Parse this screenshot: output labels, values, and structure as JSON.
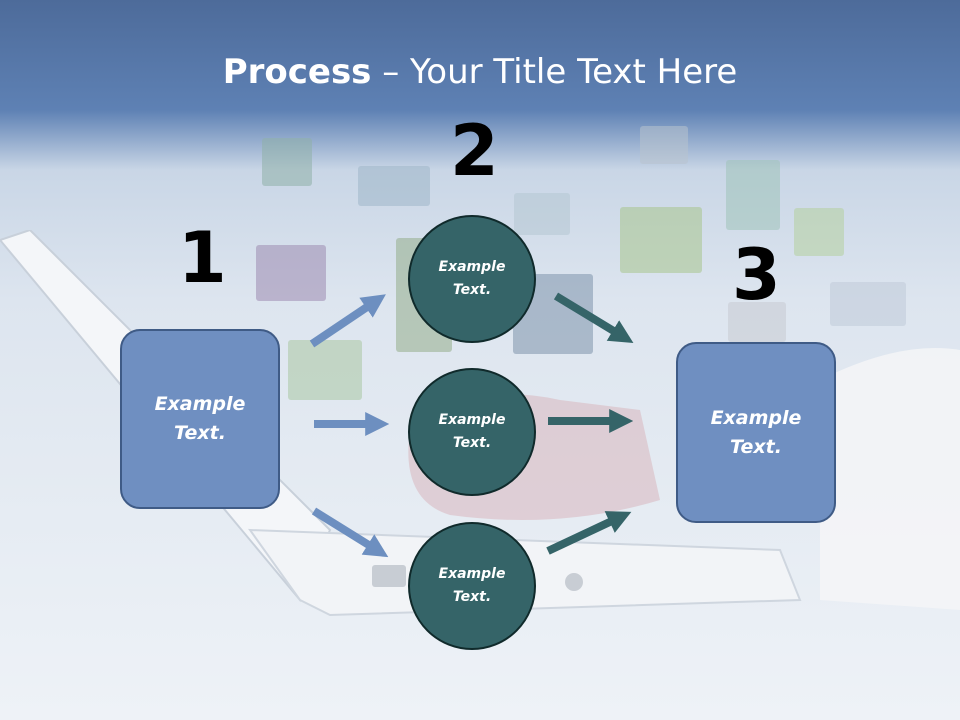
{
  "slide": {
    "title_bold": "Process",
    "title_rest": " – Your Title Text Here"
  },
  "steps": {
    "one": "1",
    "two": "2",
    "three": "3"
  },
  "left_box": {
    "line1": "Example",
    "line2": "Text."
  },
  "right_box": {
    "line1": "Example",
    "line2": "Text."
  },
  "circles": [
    {
      "line1": "Example",
      "line2": "Text."
    },
    {
      "line1": "Example",
      "line2": "Text."
    },
    {
      "line1": "Example",
      "line2": "Text."
    }
  ],
  "colors": {
    "header_blue": "#5e81b4",
    "box_fill": "#6f8fc1",
    "box_border": "#3f5b86",
    "circle_fill": "#356468",
    "blue_arrow": "#6d8fc0",
    "teal_arrow": "#356468"
  }
}
